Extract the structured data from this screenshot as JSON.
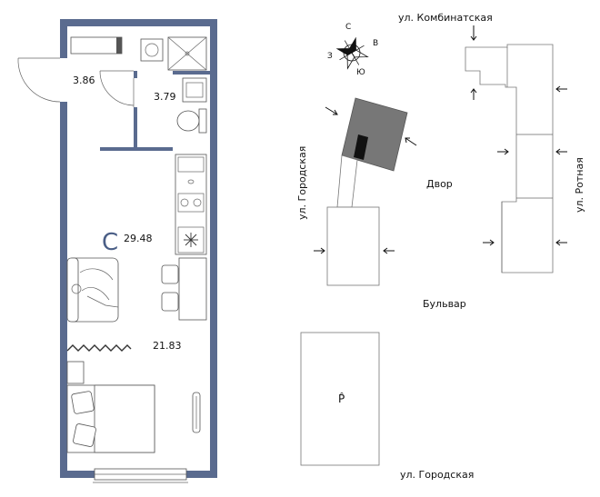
{
  "floorplan": {
    "rooms": [
      {
        "id": "hall",
        "area": "3.86"
      },
      {
        "id": "bath",
        "area": "3.79"
      },
      {
        "id": "living",
        "area": "29.48"
      },
      {
        "id": "sleep",
        "area": "21.83"
      }
    ],
    "living_marker": "С",
    "colors": {
      "wall": "#5a6b8f",
      "marker": "#4a5e86"
    }
  },
  "compass": {
    "n": "С",
    "e": "В",
    "s": "Ю",
    "w": "З"
  },
  "site": {
    "streets": {
      "kombinatskaya": "ул. Комбинатская",
      "gorodskaya_left": "ул. Городская",
      "rotnaya": "ул. Ротная",
      "gorodskaya_bottom": "ул. Городская"
    },
    "yard": "Двор",
    "boulevard": "Бульвар",
    "parking_symbol": "P̂",
    "colors": {
      "highlight": "#777777",
      "unit": "#111111"
    }
  }
}
